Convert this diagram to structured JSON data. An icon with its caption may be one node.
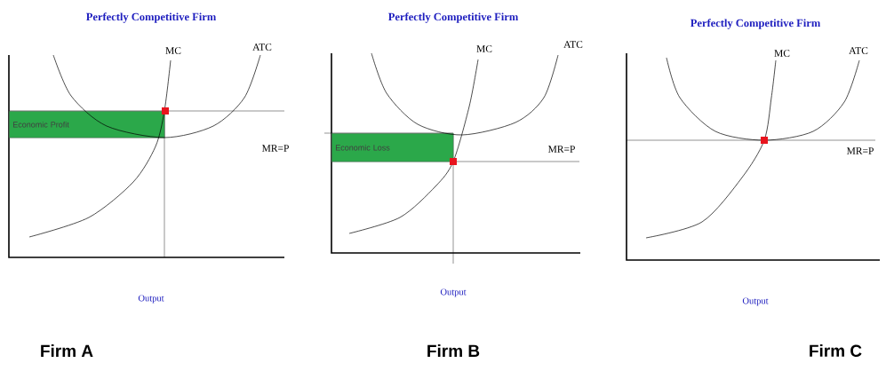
{
  "diagram": {
    "nodes": [
      {
        "text": [
          "Economic Profit"
        ]
      },
      {
        "text": [
          "Economic Loss"
        ]
      }
    ],
    "labels": [
      "Perfectly Competitive Firm",
      "MC",
      "ATC",
      "MR=P",
      "Output",
      "Firm A",
      "Perfectly Competitive Firm",
      "MC",
      "ATC",
      "MR=P",
      "Output",
      "Firm B",
      "Perfectly Competitive Firm",
      "MC",
      "ATC",
      "MR=P",
      "Output",
      "Firm C"
    ]
  }
}
